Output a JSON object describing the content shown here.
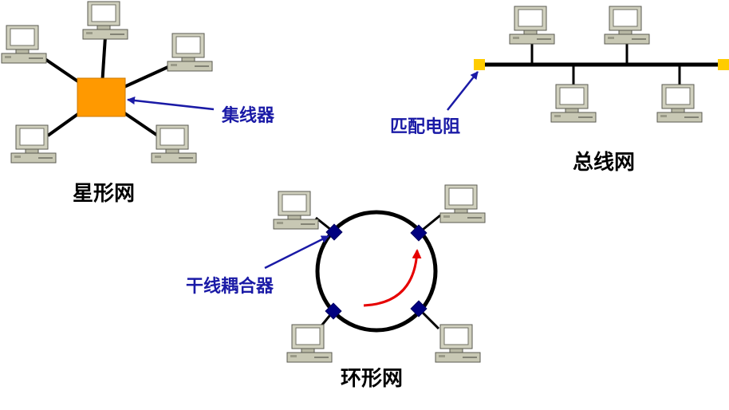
{
  "labels": {
    "star_network": "星形网",
    "hub": "集线器",
    "bus_network": "总线网",
    "terminator": "匹配电阻",
    "ring_network": "环形网",
    "trunk_coupler": "干线耦合器"
  },
  "colors": {
    "background": "#ffffff",
    "line": "#000000",
    "hub_fill": "#ff9900",
    "terminator_fill": "#ffcc00",
    "coupler_fill": "#000080",
    "annotation_blue": "#1a1aa6",
    "flow_arrow": "#e60000",
    "computer_body": "#c8c8b4"
  },
  "icons": {
    "computer": "desktop-computer-icon",
    "hub": "hub-box",
    "terminator": "terminator-square",
    "coupler": "coupler-diamond"
  }
}
